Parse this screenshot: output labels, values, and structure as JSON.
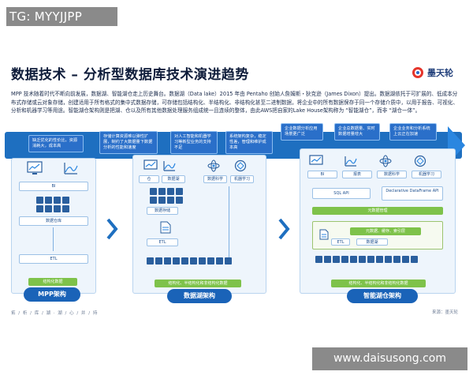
{
  "watermark_top": "TG: MYYJJPP",
  "watermark_bottom": "www.daisusong.com",
  "title": "数据技术 – 分析型数据库技术演进趋势",
  "brand": {
    "name": "墨天轮",
    "icon": "mo-logo-icon",
    "color": "#1f3e7a"
  },
  "description": "MPP 技术随着时代不断向前发展，数据湖、智能湖仓走上历史舞台。数据湖（Data lake）2015 年由 Pentaho 创始人詹姆斯・狄克逊（James Dixon）提出。数据湖依托于可扩展的、低成本分布式存储或云对象存储，创建适用于所有格式的集中式数据存储，可存储包括结构化、半结构化、非结构化甚至二进制数据，将企业中的所有数据保存于同一个存储介质中，以用于报告、可视化、分析和机器学习等用途。智能湖仓架构则是把湖、仓以及所有其他数据处理服务组成统一且连续的整体，由此AWS把自家的Lake House架构称为 “智能湖仓”，而非 “湖仓一体”。",
  "colors": {
    "band": "#1e6fc0",
    "panel": "#eef5fc",
    "accent_green": "#7ec24a"
  },
  "callouts": [
    "缺乏优化的性价比，资源消耗大，成本高",
    "存储计算资源难以弹性扩展，制约了大数据量下数据分析的性能和速度",
    "对人工智能和机器学习等新型业务的支持不足",
    "系统架构复杂，稳定性差，管理和维护成本高",
    "企业数据分析应用场景更广泛",
    "企业总数据量、实时数据增量增大",
    "企业业务和分析系统上云正在加速"
  ],
  "mpp": {
    "label": "MPP架构",
    "bi": "BI",
    "warehouse": "数据仓库",
    "etl": "ETL",
    "sources": "结构化数据",
    "icons": [
      "dashboard-icon",
      "chart-icon"
    ]
  },
  "lake": {
    "label": "数据湖架构",
    "warehouse": "仓",
    "data_lake": "数据湖",
    "data_science": "数据科学",
    "ml": "机器学习",
    "pool": "数据存储",
    "etl": "ETL",
    "sources": "结构化、半结构化和非结构化数据"
  },
  "lakehouse": {
    "label": "智能湖仓架构",
    "bi": "BI",
    "report": "报表",
    "data_science": "数据科学",
    "ml": "机器学习",
    "sql_api": "SQL API",
    "df_api": "Declarative DataFrame API",
    "mgmt": "元数据管理",
    "cache": "元数据、缓存、索引层",
    "etl": "ETL",
    "data_lake": "数据湖",
    "sources": "结构化、半结构化和非结构化数据"
  },
  "footer_left": "拓 / 析 / 库 / 湖  ·  湖 / 心 / 并 / 持",
  "footer_right": "来源：墨天轮"
}
